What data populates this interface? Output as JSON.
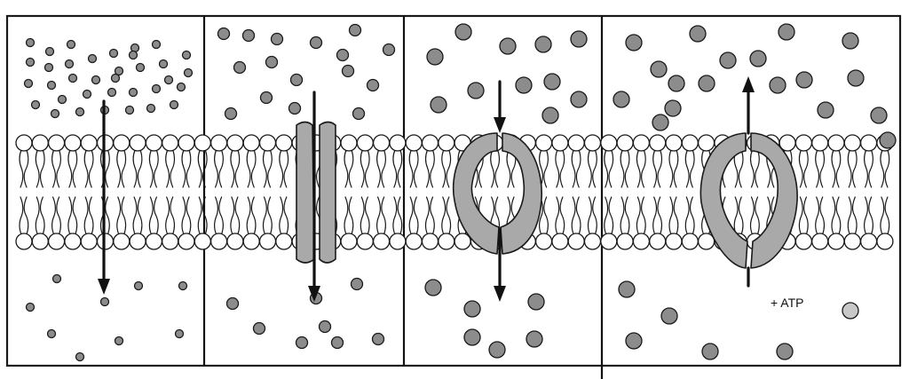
{
  "diagram": {
    "annotation": "+ ATP"
  },
  "colors": {
    "background": "#ffffff",
    "outline": "#1a1a1a",
    "protein_fill": "#a9a9a9",
    "molecule_fill": "#8c8c8c"
  },
  "panels": [
    {
      "id": "simple-diffusion",
      "molecule_size": "small",
      "has_protein": false,
      "arrow_direction": "down"
    },
    {
      "id": "channel-diffusion",
      "molecule_size": "medium",
      "has_protein": true,
      "protein": "channel",
      "arrow_direction": "down"
    },
    {
      "id": "carrier-facilitated-diffusion",
      "molecule_size": "large",
      "has_protein": true,
      "protein": "carrier",
      "arrow_direction": "down"
    },
    {
      "id": "active-transport",
      "molecule_size": "large",
      "has_protein": true,
      "protein": "carrier",
      "arrow_direction": "up"
    }
  ]
}
